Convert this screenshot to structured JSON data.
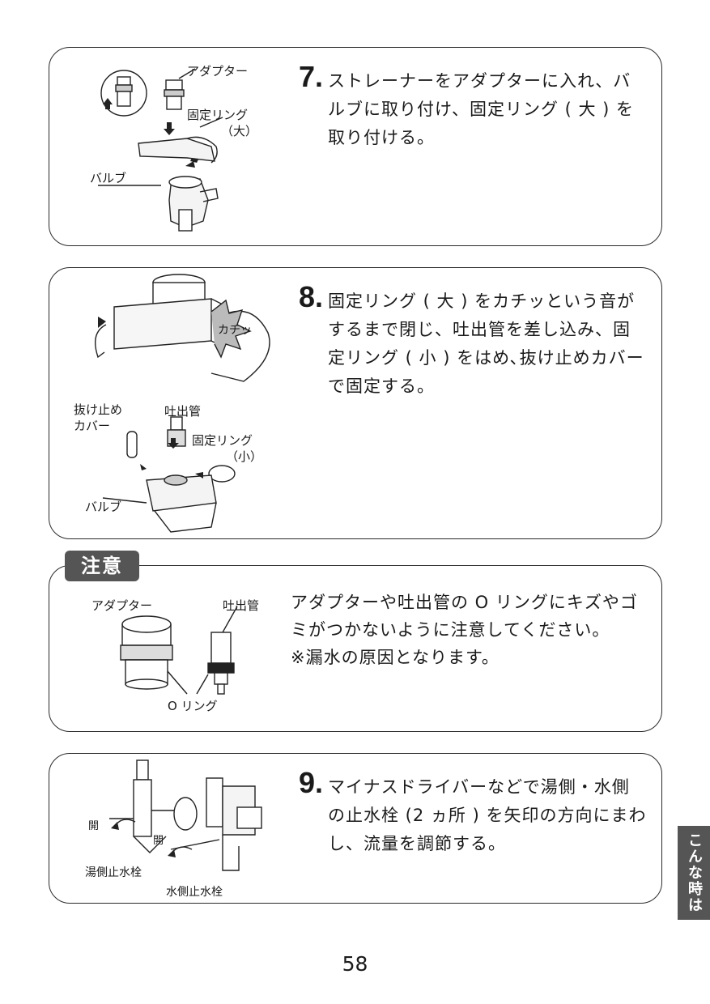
{
  "step7": {
    "number": "7.",
    "text": "ストレーナーをアダプターに入れ、バルブに取り付け、固定リング ( 大 ) を取り付ける。",
    "labels": {
      "adapter": "アダプター",
      "ring": "固定リング",
      "ring_size": "（大）",
      "valve": "バルブ"
    }
  },
  "step8": {
    "number": "8.",
    "text": "固定リング ( 大 ) をカチッという音がするまで閉じ、吐出管を差し込み、固定リング ( 小 ) をはめ､抜け止めカバーで固定する。",
    "labels": {
      "click": "カチッ",
      "cover1": "抜け止め",
      "cover2": "カバー",
      "spout": "吐出管",
      "ring": "固定リング",
      "ring_size": "（小）",
      "valve": "バルブ"
    }
  },
  "caution": {
    "tag": "注意",
    "text1": "アダプターや吐出管の O リングにキズやゴ",
    "text2": "ミがつかないように注意してください。",
    "text3": "※漏水の原因となります。",
    "labels": {
      "adapter": "アダプター",
      "spout": "吐出管",
      "oring": "O リング"
    }
  },
  "step9": {
    "number": "9.",
    "text": "マイナスドライバーなどで湯側・水側の止水栓 (2 ヵ所 ) を矢印の方向にまわし、流量を調節する。",
    "labels": {
      "open1": "開",
      "open2": "開",
      "hot": "湯側止水栓",
      "cold": "水側止水栓"
    }
  },
  "side_tab": "こんな時は",
  "page_number": "58"
}
